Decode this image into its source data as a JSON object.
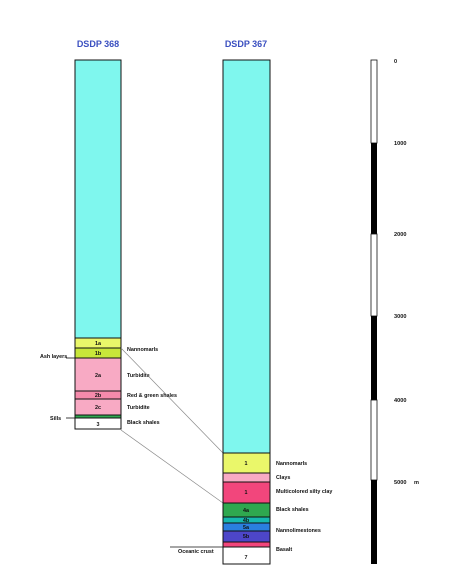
{
  "colors": {
    "cyan": "#7ff7ee",
    "yellow_green": "#eaf76a",
    "lime": "#c8e63a",
    "pink_light": "#f8aac4",
    "pink_mid": "#f58aab",
    "magenta": "#f2467c",
    "green_dark": "#2fa84f",
    "teal": "#16b8ae",
    "blue": "#2a7fe0",
    "purple": "#4d46c9",
    "title_blue": "#3a4fc0"
  },
  "sites": [
    {
      "title": "DSDP 368",
      "units": [
        {
          "label": "",
          "color": "cyan"
        },
        {
          "label": "1a",
          "color": "yellow_green"
        },
        {
          "label": "1b",
          "color": "lime"
        },
        {
          "label": "2a",
          "color": "pink_light"
        },
        {
          "label": "2b",
          "color": "pink_mid"
        },
        {
          "label": "2c",
          "color": "pink_light"
        },
        {
          "label": "",
          "color": "green_dark"
        },
        {
          "label": "3",
          "color": "white"
        }
      ],
      "right_labels": [
        "Nannomarls",
        "Turbidite",
        "Red & green shales",
        "Turbidite",
        "Black shales"
      ],
      "left_labels": [
        "Ash layers",
        "Sills"
      ]
    },
    {
      "title": "DSDP 367",
      "units": [
        {
          "label": "",
          "color": "cyan"
        },
        {
          "label": "1",
          "color": "yellow_green"
        },
        {
          "label": "",
          "color": "pink_light"
        },
        {
          "label": "1",
          "color": "magenta"
        },
        {
          "label": "4a",
          "color": "green_dark"
        },
        {
          "label": "4b",
          "color": "teal"
        },
        {
          "label": "5a",
          "color": "blue"
        },
        {
          "label": "5b",
          "color": "purple"
        },
        {
          "label": "",
          "color": "magenta"
        },
        {
          "label": "7",
          "color": "white"
        }
      ],
      "right_labels": [
        "Nannomarls",
        "Clays",
        "Multicolored silty clay",
        "Black shales",
        "Nannolimestones",
        "Basalt"
      ],
      "left_labels": [
        "Oceanic crust"
      ]
    }
  ],
  "scale": {
    "ticks": [
      "0",
      "1000",
      "2000",
      "3000",
      "4000",
      "5000"
    ],
    "unit": "m"
  }
}
